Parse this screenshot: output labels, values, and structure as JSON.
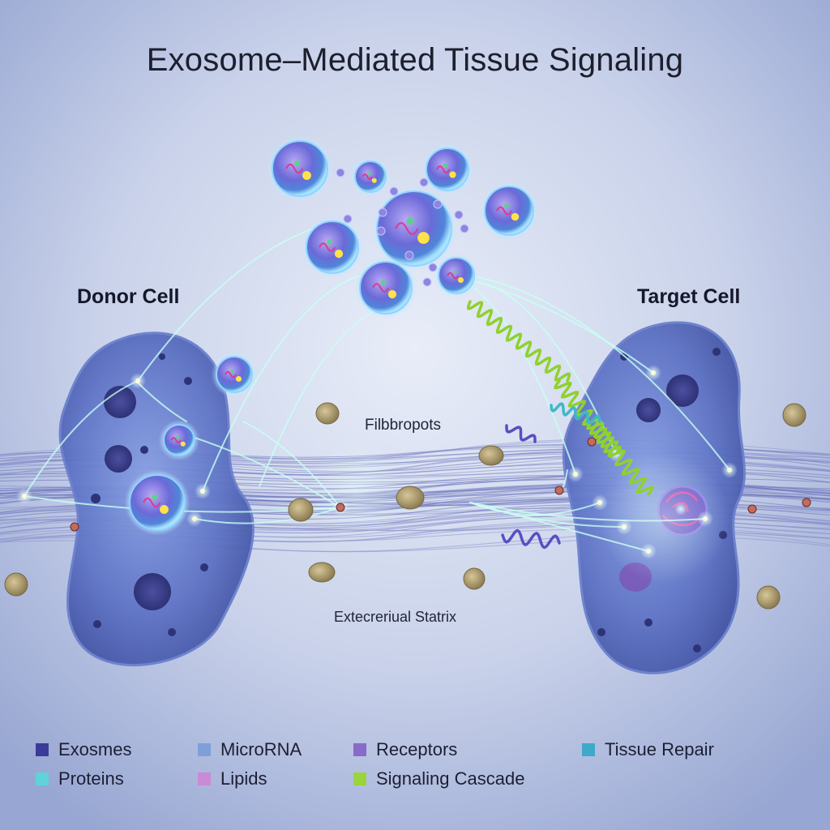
{
  "title": "Exosome–Mediated Tissue Signaling",
  "labels": {
    "donor": "Donor Cell",
    "target": "Target Cell",
    "fibro": "Filbbropots",
    "ecm": "Extecreriual Statrix"
  },
  "legend": [
    {
      "label": "Exosmes",
      "color": "#3b3a9a",
      "icon": "square-swatch"
    },
    {
      "label": "MicroRNA",
      "color": "#7f9fd8",
      "icon": "square-swatch"
    },
    {
      "label": "Receptors",
      "color": "#8a6ac8",
      "icon": "square-swatch"
    },
    {
      "label": "Tissue Repair",
      "color": "#3ea9c9",
      "icon": "square-swatch"
    },
    {
      "label": "Proteins",
      "color": "#5fd3d8",
      "icon": "square-swatch"
    },
    {
      "label": "Lipids",
      "color": "#c98ad6",
      "icon": "square-swatch"
    },
    {
      "label": "Signaling Cascade",
      "color": "#9ad43c",
      "icon": "square-swatch"
    }
  ],
  "colors": {
    "background": "#c9d1e8",
    "cell_body": "#5a6fc0",
    "exosome": "#8ab0ee",
    "signal_line": "#c8fff2",
    "helix": "#8fd12e"
  }
}
